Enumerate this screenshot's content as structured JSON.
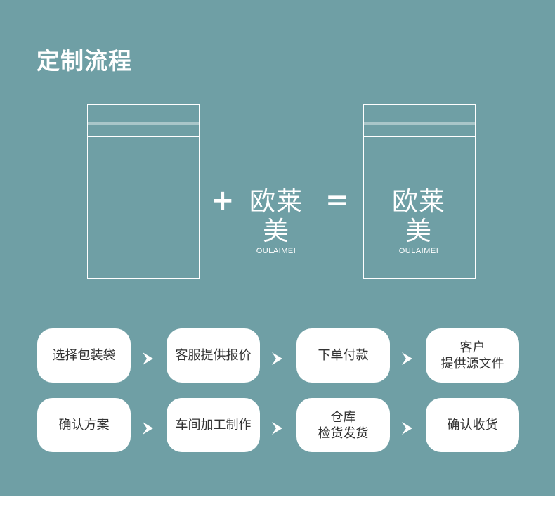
{
  "title": "定制流程",
  "brand": {
    "cn": "欧莱美",
    "en": "OULAIMEI"
  },
  "operators": {
    "plus": "+",
    "equals": "="
  },
  "steps_row1": [
    "选择包装袋",
    "客服提供报价",
    "下单付款",
    "客户\n提供源文件"
  ],
  "steps_row2": [
    "确认方案",
    "车间加工制作",
    "仓库\n检货发货",
    "确认收货"
  ],
  "colors": {
    "panel": "#6f9fa5",
    "step_bg": "#ffffff",
    "step_text": "#333333",
    "accent_line": "#a9c6c9"
  },
  "icons": {
    "arrow": "chevron-right-icon"
  }
}
